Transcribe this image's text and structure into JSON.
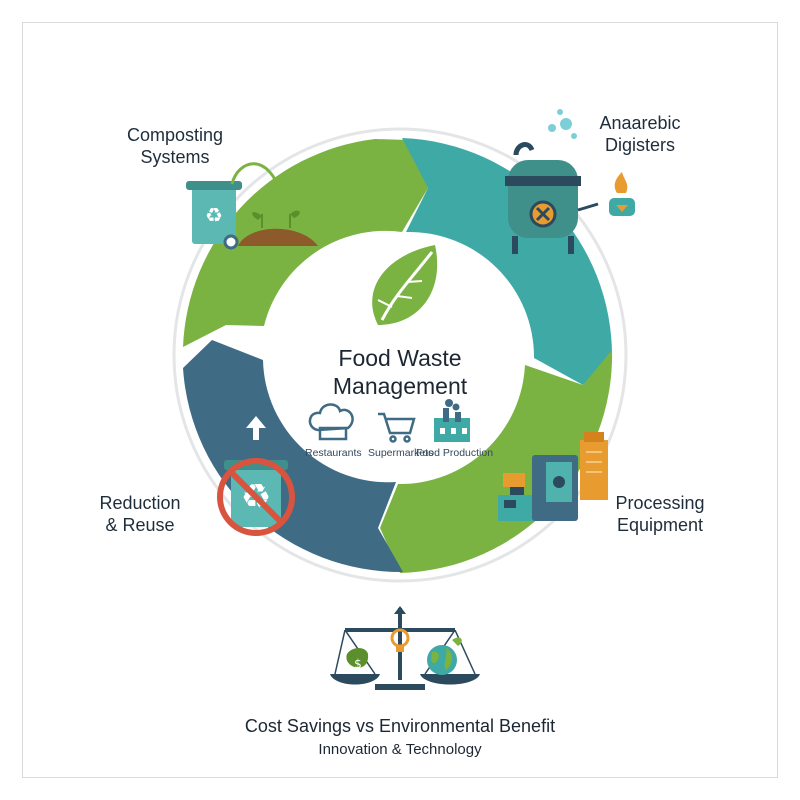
{
  "center": {
    "title_line1": "Food Waste",
    "title_line2": "Management",
    "sectors": [
      "Restaurants",
      "Supermarkets",
      "Food Production"
    ]
  },
  "segments": {
    "composting": {
      "line1": "Composting",
      "line2": "Systems"
    },
    "anaerobic": {
      "line1": "Anaarebic",
      "line2": "Digisters"
    },
    "processing": {
      "line1": "Processing",
      "line2": "Equipment"
    },
    "reduction": {
      "line1": "Reduction",
      "line2": "& Reuse"
    }
  },
  "bottom": {
    "title": "Cost Savings vs Environmental Benefit",
    "subtitle": "Innovation & Technology"
  },
  "colors": {
    "green": "#7bb342",
    "teal": "#3fa9a6",
    "navy": "#3f6b85",
    "recycle_red": "#d9543f"
  }
}
